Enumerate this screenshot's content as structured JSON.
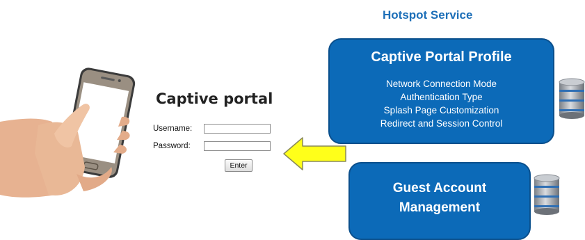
{
  "icons": {
    "phone": "hand-holding-smartphone-icon",
    "arrow": "arrow-left-icon",
    "database": "database-icon"
  },
  "colors": {
    "box_fill": "#0c6ab8",
    "box_border": "#0a4f8c",
    "heading": "#1d6fb8",
    "arrow_fill": "#ffff1a",
    "arrow_stroke": "#8a8a5a"
  },
  "portal": {
    "title": "Captive portal",
    "username_label": "Username:",
    "username_value": "",
    "password_label": "Password:",
    "password_value": "",
    "enter_label": "Enter"
  },
  "hotspot": {
    "title": "Hotspot Service",
    "profile_box": {
      "title": "Captive Portal Profile",
      "items": [
        "Network Connection Mode",
        "Authentication Type",
        "Splash Page Customization",
        "Redirect and Session Control"
      ]
    },
    "guest_box": {
      "title": "Guest Account\nManagement"
    }
  }
}
